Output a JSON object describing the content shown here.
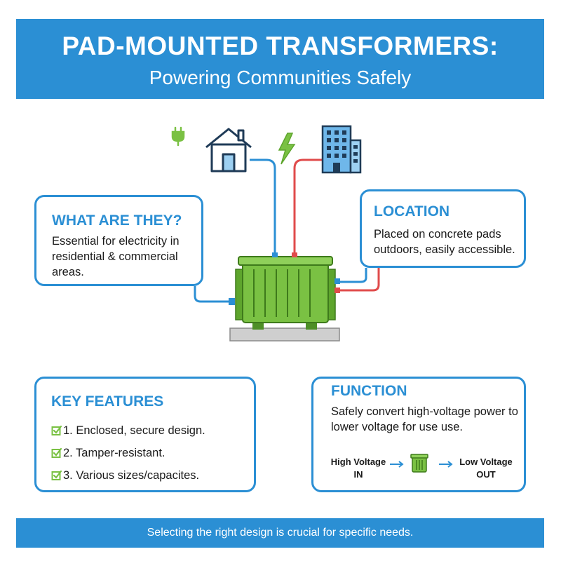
{
  "header": {
    "title": "PAD-MOUNTED TRANSFORMERS:",
    "subtitle": "Powering Communities Safely"
  },
  "cards": {
    "what": {
      "title": "WHAT ARE THEY?",
      "text": "Essential for electricity in residential & commercial areas."
    },
    "location": {
      "title": "LOCATION",
      "text": "Placed on concrete pads outdoors, easily accessible."
    },
    "features": {
      "title": "KEY FEATURES",
      "items": [
        "1. Enclosed, secure design.",
        "2. Tamper-resistant.",
        "3. Various sizes/capacites."
      ]
    },
    "function": {
      "title": "FUNCTION",
      "text": "Safely convert high-voltage power to lower voltage for use use.",
      "input_label_line1": "High Voltage",
      "input_label_line2": "IN",
      "output_label_line1": "Low Voltage",
      "output_label_line2": "OUT"
    }
  },
  "footer": {
    "text": "Selecting the right design is crucial for specific needs."
  },
  "icons": {
    "plug": "plug-icon",
    "house": "house-icon",
    "lightning": "lightning-icon",
    "building": "building-icon",
    "transformer": "transformer-icon",
    "checkbox": "check-box-icon",
    "arrow": "arrow-right-icon"
  },
  "colors": {
    "brand_blue": "#2b8fd4",
    "transformer_green": "#7ac143",
    "line_red": "#e04b4b",
    "line_blue": "#2b8fd4",
    "pad_gray": "#cfcfcf"
  }
}
